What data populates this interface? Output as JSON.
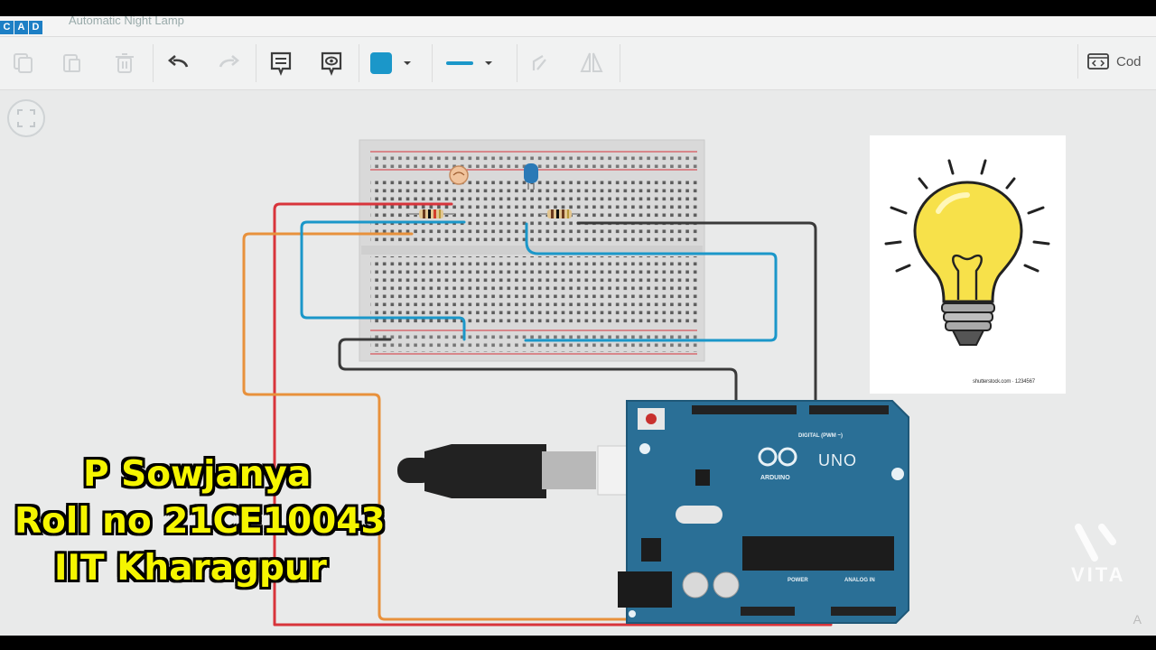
{
  "app": {
    "logo_letters": [
      "C",
      "A",
      "D"
    ],
    "document_title": "Automatic Night Lamp"
  },
  "toolbar": {
    "tools": [
      {
        "name": "copy-icon",
        "enabled": false
      },
      {
        "name": "paste-icon",
        "enabled": false
      },
      {
        "name": "delete-icon",
        "enabled": false
      },
      {
        "name": "undo-icon",
        "enabled": true
      },
      {
        "name": "redo-icon",
        "enabled": false
      },
      {
        "name": "notes-icon",
        "enabled": true
      },
      {
        "name": "toggle-notes-icon",
        "enabled": true
      },
      {
        "name": "color-picker",
        "enabled": true
      },
      {
        "name": "wire-type-picker",
        "enabled": true
      },
      {
        "name": "rotate-icon",
        "enabled": false
      },
      {
        "name": "flip-icon",
        "enabled": false
      }
    ],
    "code_label": "Cod",
    "wire_color": "#1b97c9"
  },
  "overlay": {
    "line1": "P Sowjanya",
    "line2": "Roll no 21CE10043",
    "line3": "IIT Kharagpur"
  },
  "arduino": {
    "model": "UNO",
    "brand": "ARDUINO",
    "digital_label": "DIGITAL (PWM ~)",
    "power_label": "POWER",
    "analog_label": "ANALOG IN"
  },
  "bulb_card": {
    "caption": "shutterstock.com · 1234567"
  },
  "watermark": "VITA",
  "corner_letter": "A",
  "colors": {
    "board_blue": "#2a6f96",
    "wire_red": "#d8343b",
    "wire_orange": "#e8913c",
    "wire_blue": "#1b97c9",
    "wire_black": "#3a3a3a",
    "overlay_yellow": "#f5f500"
  }
}
